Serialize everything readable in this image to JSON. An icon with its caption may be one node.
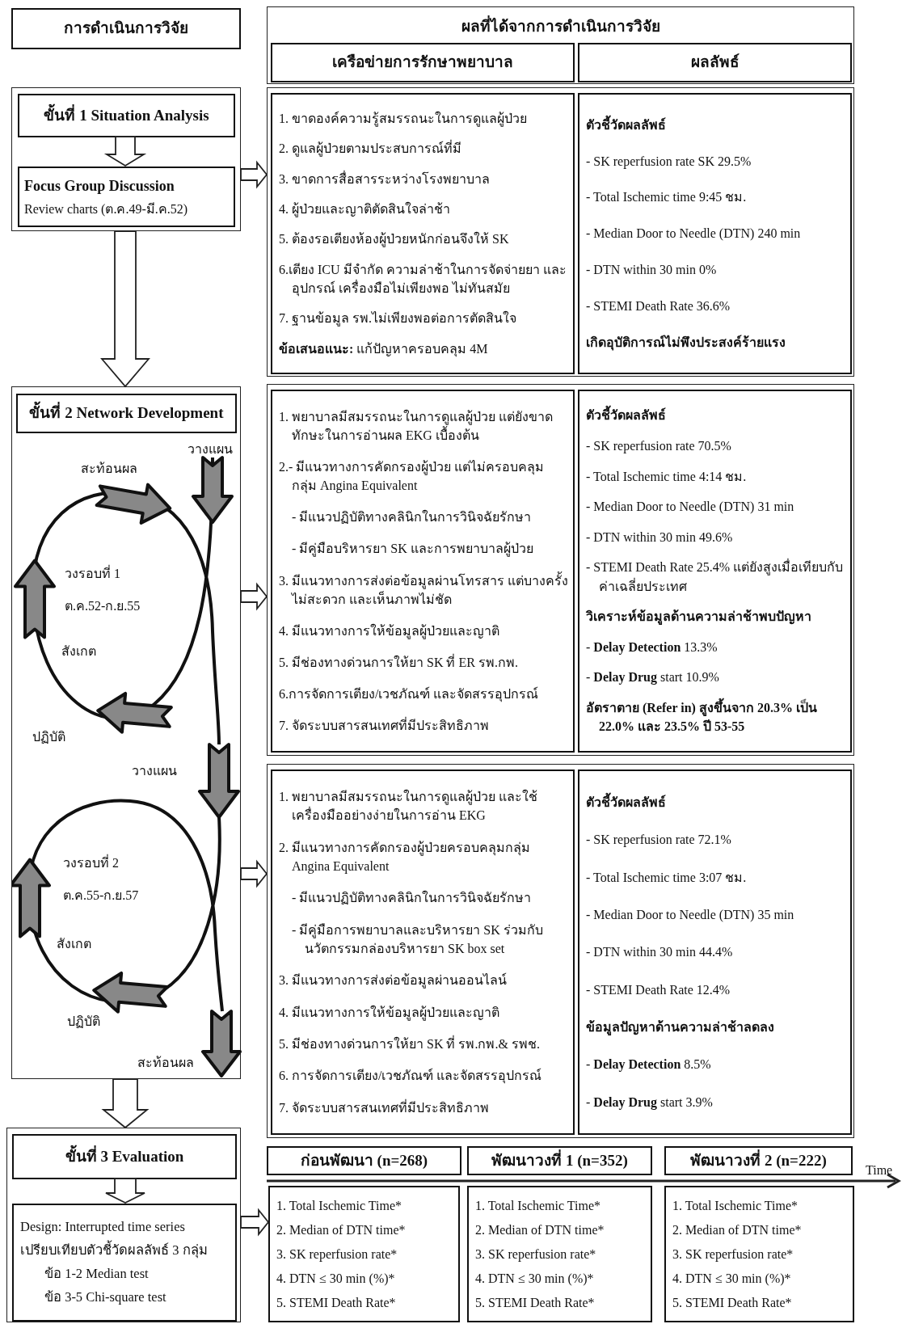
{
  "diagram": {
    "nodes": [
      {
        "text": [
          "การดำเนินการวิจัย"
        ]
      },
      {
        "text": [
          "ผลที่ได้จากการดำเนินการวิจัย"
        ]
      },
      {
        "text": [
          "เครือข่ายการรักษาพยาบาล"
        ],
        "in": 1
      },
      {
        "text": [
          "ผลลัพธ์"
        ],
        "in": 1
      },
      {
        "text": [],
        "shape": "box"
      },
      {
        "text": [
          "ขั้นที่ 1 Situation Analysis"
        ],
        "in": 4
      },
      {
        "text": [
          "Focus Group Discussion",
          "Review charts (ต.ค.49-มี.ค.52)"
        ],
        "in": 4
      },
      {
        "text": [],
        "shape": "box"
      },
      {
        "text": [
          "1. ขาดองค์ความรู้สมรรถนะในการดูแลผู้ป่วย",
          "2. ดูแลผู้ป่วยตามประสบการณ์ที่มี",
          "3. ขาดการสื่อสารระหว่างโรงพยาบาล",
          "4. ผู้ป่วยและญาติตัดสินใจล่าช้า",
          "5. ต้องรอเตียงห้องผู้ป่วยหนักก่อนจึงให้ SK",
          "6.เตียง ICU มีจำกัด ความล่าช้าในการจัดจ่ายยา และอุปกรณ์ เครื่องมือไม่เพียงพอ ไม่ทันสมัย",
          "7. ฐานข้อมูล รพ.ไม่เพียงพอต่อการตัดสินใจ",
          "**ข้อเสนอแนะ:** แก้ปัญหาครอบคลุม 4M"
        ],
        "in": 7
      },
      {
        "text": [
          "ตัวชี้วัดผลลัพธ์",
          "- SK reperfusion rate SK 29.5%",
          "- Total Ischemic time 9:45 ชม.",
          "- Median Door to Needle (DTN) 240 min",
          "- DTN within 30 min 0%",
          "- STEMI Death Rate 36.6%",
          "เกิดอุบัติการณ์ไม่พึงประสงค์ร้ายแรง"
        ],
        "in": 7
      },
      {
        "text": [],
        "shape": "box"
      },
      {
        "text": [
          "ขั้นที่ 2 Network Development"
        ],
        "in": 10
      },
      {
        "text": [],
        "shape": "box"
      },
      {
        "text": [
          "1. พยาบาลมีสมรรถนะในการดูแลผู้ป่วย แต่ยังขาดทักษะในการอ่านผล EKG เบื้องต้น",
          "2.- มีแนวทางการคัดกรองผู้ป่วย แต่ไม่ครอบคลุมกลุ่ม Angina Equivalent",
          "- มีแนวปฏิบัติทางคลินิกในการวินิจฉัยรักษา",
          "- มีคู่มือบริหารยา SK และการพยาบาลผู้ป่วย",
          "3. มีแนวทางการส่งต่อข้อมูลผ่านโทรสาร แต่บางครั้งไม่สะดวก และเห็นภาพไม่ชัด",
          "4. มีแนวทางการให้ข้อมูลผู้ป่วยและญาติ",
          "5. มีช่องทางด่วนการให้ยา SK ที่ ER รพ.กพ.",
          "6.การจัดการเตียง/เวชภัณฑ์ และจัดสรรอุปกรณ์",
          "7. จัดระบบสารสนเทศที่มีประสิทธิภาพ"
        ],
        "in": 12
      },
      {
        "text": [
          "ตัวชี้วัดผลลัพธ์",
          "- SK reperfusion rate 70.5%",
          "- Total Ischemic time 4:14 ชม.",
          "- Median Door to Needle (DTN) 31 min",
          "- DTN within 30 min 49.6%",
          "- STEMI Death Rate 25.4% แต่ยังสูงเมื่อเทียบกับค่าเฉลี่ยประเทศ",
          "วิเคราะห์ข้อมูลด้านความล่าช้าพบปัญหา",
          "- **Delay Detection** 13.3%",
          "- **Delay Drug** start 10.9%",
          "อัตราตาย (Refer in) สูงขึ้นจาก 20.3% เป็น 22.0% และ 23.5% ปี 53-55"
        ],
        "in": 12
      },
      {
        "text": [],
        "shape": "box"
      },
      {
        "text": [
          "1. พยาบาลมีสมรรถนะในการดูแลผู้ป่วย และใช้เครื่องมืออย่างง่ายในการอ่าน EKG",
          "2. มีแนวทางการคัดกรองผู้ป่วยครอบคลุมกลุ่ม Angina Equivalent",
          "- มีแนวปฏิบัติทางคลินิกในการวินิจฉัยรักษา",
          "- มีคู่มือการพยาบาลและบริหารยา SK ร่วมกับนวัตกรรมกล่องบริหารยา SK box set",
          "3. มีแนวทางการส่งต่อข้อมูลผ่านออนไลน์",
          "4. มีแนวทางการให้ข้อมูลผู้ป่วยและญาติ",
          "5. มีช่องทางด่วนการให้ยา SK ที่ รพ.กพ.& รพช.",
          "6. การจัดการเตียง/เวชภัณฑ์ และจัดสรรอุปกรณ์",
          "7. จัดระบบสารสนเทศที่มีประสิทธิภาพ"
        ],
        "in": 15
      },
      {
        "text": [
          "ตัวชี้วัดผลลัพธ์",
          "- SK reperfusion rate 72.1%",
          "- Total Ischemic time 3:07 ชม.",
          "- Median Door to Needle (DTN) 35 min",
          "- DTN within 30 min 44.4%",
          "- STEMI Death Rate 12.4%",
          "ข้อมูลปัญหาด้านความล่าช้าลดลง",
          "- **Delay Detection** 8.5%",
          "- **Delay Drug** start 3.9%"
        ],
        "in": 15
      },
      {
        "text": [],
        "shape": "box"
      },
      {
        "text": [
          "ขั้นที่ 3 Evaluation"
        ],
        "in": 18
      },
      {
        "text": [
          "Design: Interrupted time series",
          "เปรียบเทียบตัวชี้วัดผลลัพธ์ 3 กลุ่ม",
          "ข้อ 1-2 Median test",
          "ข้อ 3-5 Chi-square test"
        ],
        "in": 18
      },
      {
        "text": [
          "ก่อนพัฒนา (n=268)"
        ]
      },
      {
        "text": [
          "พัฒนาวงที่ 1 (n=352)"
        ]
      },
      {
        "text": [
          "พัฒนาวงที่ 2 (n=222)"
        ]
      },
      {
        "text": [
          "1. Total Ischemic Time*",
          "2. Median of DTN time*",
          "3. SK reperfusion rate*",
          "4. DTN ≤ 30 min (%)*",
          "5. STEMI Death Rate*"
        ]
      },
      {
        "text": [
          "1. Total Ischemic Time*",
          "2. Median of DTN time*",
          "3. SK reperfusion rate*",
          "4. DTN ≤ 30 min (%)*",
          "5. STEMI Death Rate*"
        ]
      },
      {
        "text": [
          "1. Total Ischemic Time*",
          "2. Median of DTN time*",
          "3. SK reperfusion rate*",
          "4. DTN ≤ 30 min (%)*",
          "5. STEMI Death Rate*"
        ]
      }
    ],
    "edges": [
      {
        "from": 5,
        "to": 6,
        "arrow": "to"
      },
      {
        "from": 4,
        "to": 10,
        "arrow": "to"
      },
      {
        "from": 4,
        "to": 7,
        "arrow": "to"
      },
      {
        "from": 10,
        "to": 12,
        "arrow": "to"
      },
      {
        "from": 10,
        "to": 15,
        "arrow": "to"
      },
      {
        "from": 10,
        "to": 18,
        "arrow": "to"
      },
      {
        "from": 19,
        "to": 20,
        "arrow": "to"
      },
      {
        "from": 18,
        "to": 24,
        "arrow": "to"
      }
    ],
    "labels": [
      "วางแผน",
      "สะท้อนผล",
      "วงรอบที่ 1",
      "ต.ค.52-ก.ย.55",
      "สังเกต",
      "ปฏิบัติ",
      "วางแผน",
      "วงรอบที่ 2",
      "ต.ค.55-ก.ย.57",
      "สังเกต",
      "ปฏิบัติ",
      "สะท้อนผล",
      "Time"
    ]
  }
}
